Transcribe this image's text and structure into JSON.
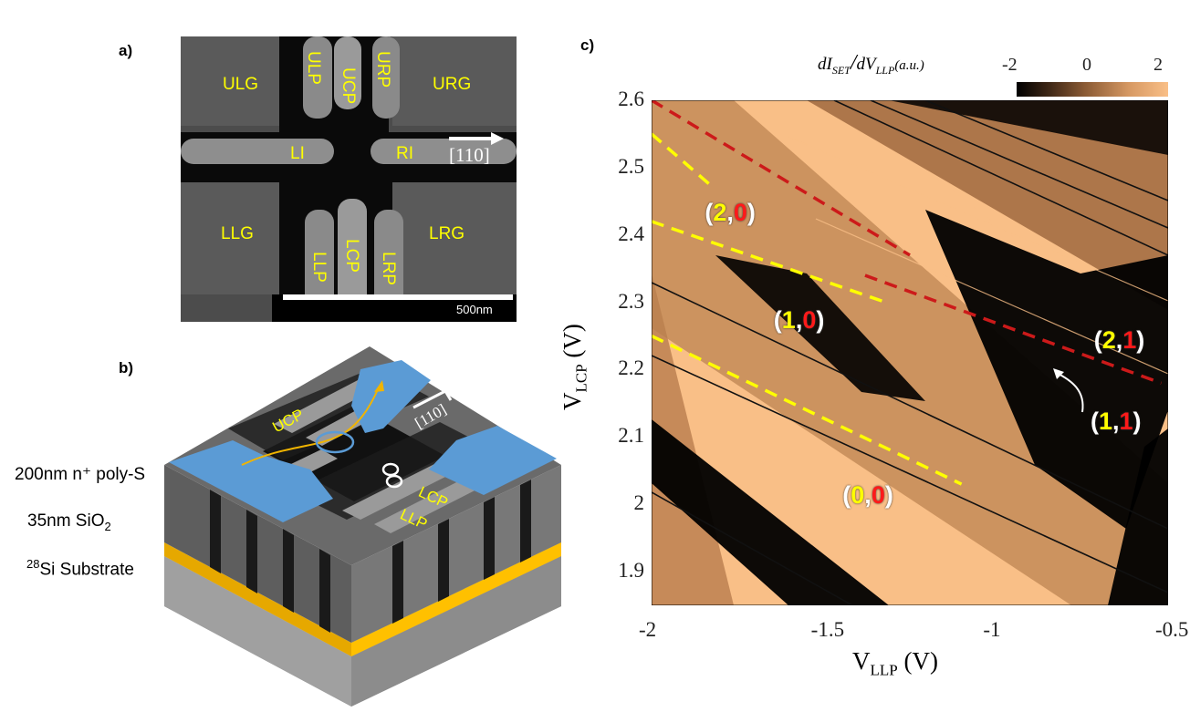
{
  "panels": {
    "a": {
      "label": "a)"
    },
    "b": {
      "label": "b)"
    },
    "c": {
      "label": "c)"
    }
  },
  "sem": {
    "gates": {
      "ulg": "ULG",
      "ulp": "ULP",
      "ucp": "UCP",
      "urp": "URP",
      "urg": "URG",
      "li": "LI",
      "ri": "RI",
      "llg": "LLG",
      "llp": "LLP",
      "lcp": "LCP",
      "lrp": "LRP",
      "lrg": "LRG"
    },
    "direction": "[110]",
    "scalebar": "500nm"
  },
  "schematic": {
    "layers": {
      "poly": "200nm n⁺ poly-S",
      "oxide_prefix": "35nm SiO",
      "oxide_sub": "2",
      "substrate_sup": "28",
      "substrate": "Si Substrate"
    },
    "labels": {
      "ucp": "UCP",
      "lcp": "LCP",
      "llp": "LLP",
      "direction": "[110]"
    },
    "colors": {
      "gate_blue": "#5b9bd5",
      "oxide": "#e6a800",
      "arrow": "#f0b400"
    }
  },
  "chart_data": {
    "type": "heatmap",
    "xlabel_main": "V",
    "xlabel_sub": "LLP",
    "xlabel_unit": " (V)",
    "ylabel_main": "V",
    "ylabel_sub": "LCP",
    "ylabel_unit": " (V)",
    "xlim": [
      -2,
      -0.5
    ],
    "ylim": [
      1.85,
      2.6
    ],
    "xticks": [
      -2,
      -1.5,
      -1,
      -0.5
    ],
    "xtick_labels": [
      "-2",
      "-1.5",
      "-1",
      "-0.5"
    ],
    "yticks": [
      1.9,
      2,
      2.1,
      2.2,
      2.3,
      2.4,
      2.5,
      2.6
    ],
    "ytick_labels": [
      "1.9",
      "2",
      "2.1",
      "2.2",
      "2.3",
      "2.4",
      "2.5",
      "2.6"
    ],
    "colorbar": {
      "label_num": "dI",
      "label_num_sub": "SET",
      "label_den": "dV",
      "label_den_sub": "LLP",
      "label_unit": "(a.u.)",
      "min": -2,
      "max": 2,
      "ticks": [
        "-2",
        "0",
        "2"
      ],
      "colors": [
        "#000000",
        "#f9bf87"
      ]
    },
    "yellow_lines": [
      {
        "x1": -2,
        "y1": 2.55,
        "x2": -1.82,
        "y2": 2.47
      },
      {
        "x1": -2,
        "y1": 2.42,
        "x2": -1.32,
        "y2": 2.3
      },
      {
        "x1": -2,
        "y1": 2.25,
        "x2": -1.1,
        "y2": 2.03
      }
    ],
    "red_lines": [
      {
        "x1": -2,
        "y1": 2.6,
        "x2": -1.25,
        "y2": 2.37
      },
      {
        "x1": -1.38,
        "y1": 2.34,
        "x2": -0.52,
        "y2": 2.18
      }
    ],
    "colors": {
      "yellow_dash": "#ffff00",
      "red_dash": "#cc1a1a",
      "dark": "#000000",
      "light": "#f9bf87"
    },
    "states": [
      {
        "a": "2",
        "b": "0",
        "x": -1.75,
        "y": 2.43
      },
      {
        "a": "1",
        "b": "0",
        "x": -1.55,
        "y": 2.27
      },
      {
        "a": "0",
        "b": "0",
        "x": -1.35,
        "y": 2.01
      },
      {
        "a": "2",
        "b": "1",
        "x": -0.62,
        "y": 2.24
      },
      {
        "a": "1",
        "b": "1",
        "x": -0.63,
        "y": 2.12
      }
    ]
  }
}
